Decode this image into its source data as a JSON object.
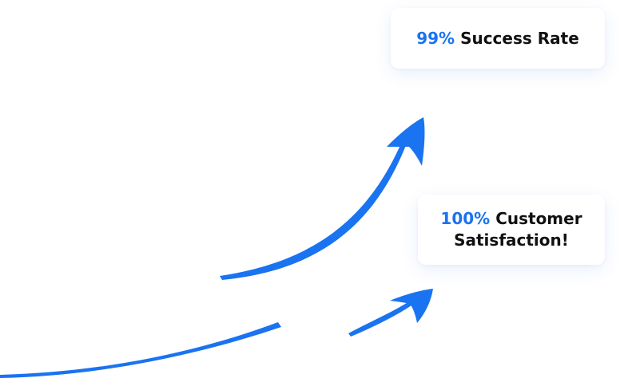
{
  "colors": {
    "accent": "#1a73f0",
    "text": "#111111",
    "arrow": "#1a73f0"
  },
  "icons": [
    "upward-arrow-icon",
    "curved-arrow-icon",
    "swoosh-stroke-icon"
  ],
  "cards": {
    "success": {
      "value": "99%",
      "label": "Success Rate"
    },
    "satisfaction": {
      "value": "100%",
      "label_line1": "Customer",
      "label_line2": "Satisfaction!"
    }
  }
}
